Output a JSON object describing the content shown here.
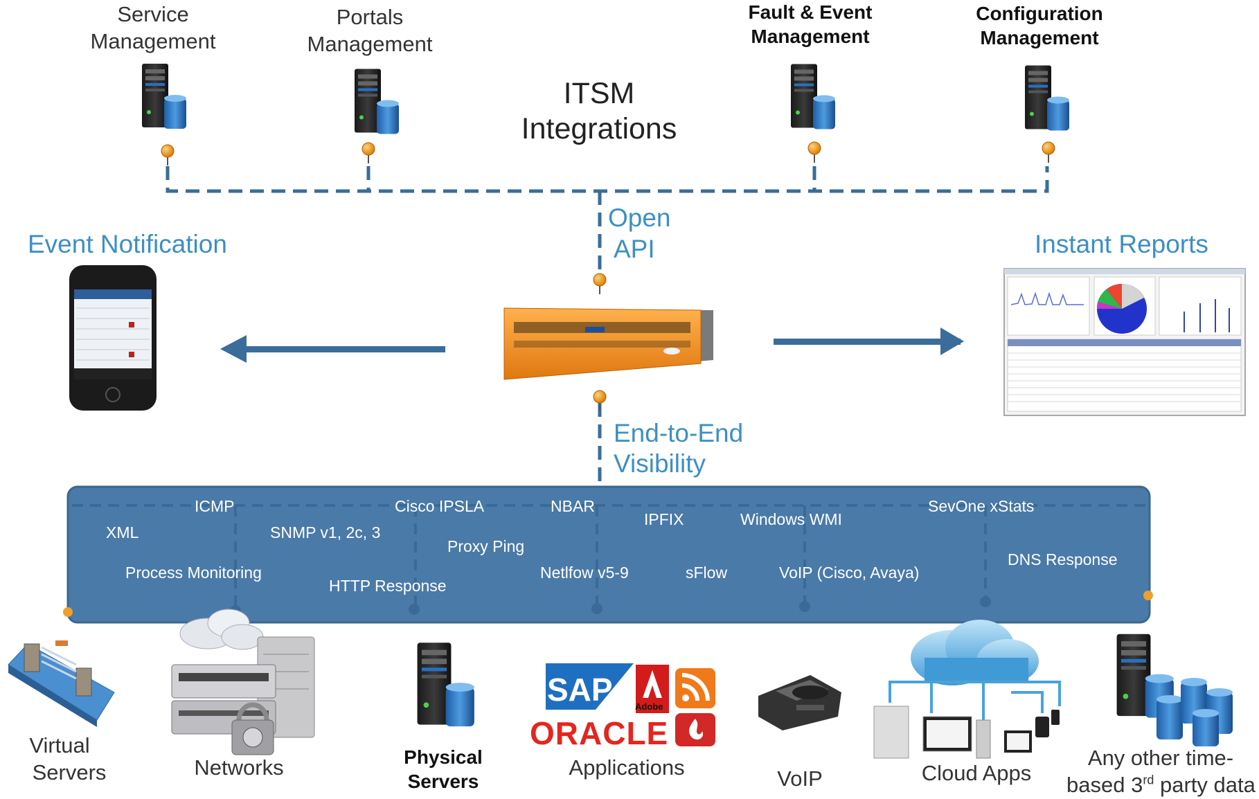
{
  "top_systems": [
    {
      "line1": "Service",
      "line2": "Management"
    },
    {
      "line1": "Portals",
      "line2": "Management"
    },
    {
      "line1": "Fault & Event",
      "line2": "Management"
    },
    {
      "line1": "Configuration",
      "line2": "Management"
    }
  ],
  "itsm": {
    "line1": "ITSM",
    "line2": "Integrations"
  },
  "open_api": {
    "line1": "Open",
    "line2": "API"
  },
  "event_notification": "Event Notification",
  "instant_reports": "Instant Reports",
  "end_to_end": {
    "line1": "End-to-End",
    "line2": "Visibility"
  },
  "protocols": [
    "ICMP",
    "XML",
    "Process Monitoring",
    "SNMP v1, 2c, 3",
    "HTTP Response",
    "Cisco IPSLA",
    "Proxy Ping",
    "NBAR",
    "Netlfow v5-9",
    "IPFIX",
    "sFlow",
    "Windows WMI",
    "VoIP (Cisco, Avaya)",
    "SevOne xStats",
    "DNS Response"
  ],
  "sources": {
    "virtual": {
      "line1": "Virtual",
      "line2": "Servers"
    },
    "networks": "Networks",
    "physical": {
      "line1": "Physical",
      "line2": "Servers"
    },
    "applications": "Applications",
    "voip": "VoIP",
    "cloud": "Cloud Apps",
    "other": {
      "line1": "Any other time-",
      "line2_pre": "based 3",
      "line2_sup": "rd",
      "line2_post": " party data"
    }
  },
  "logos": {
    "sap": "SAP",
    "adobe": "Adobe",
    "oracle": "ORACLE"
  },
  "colors": {
    "accent_blue": "#3d8fc4",
    "line_blue": "#3a6d9a",
    "panel_blue": "#4a7aa8",
    "orange": "#f08a1e"
  }
}
